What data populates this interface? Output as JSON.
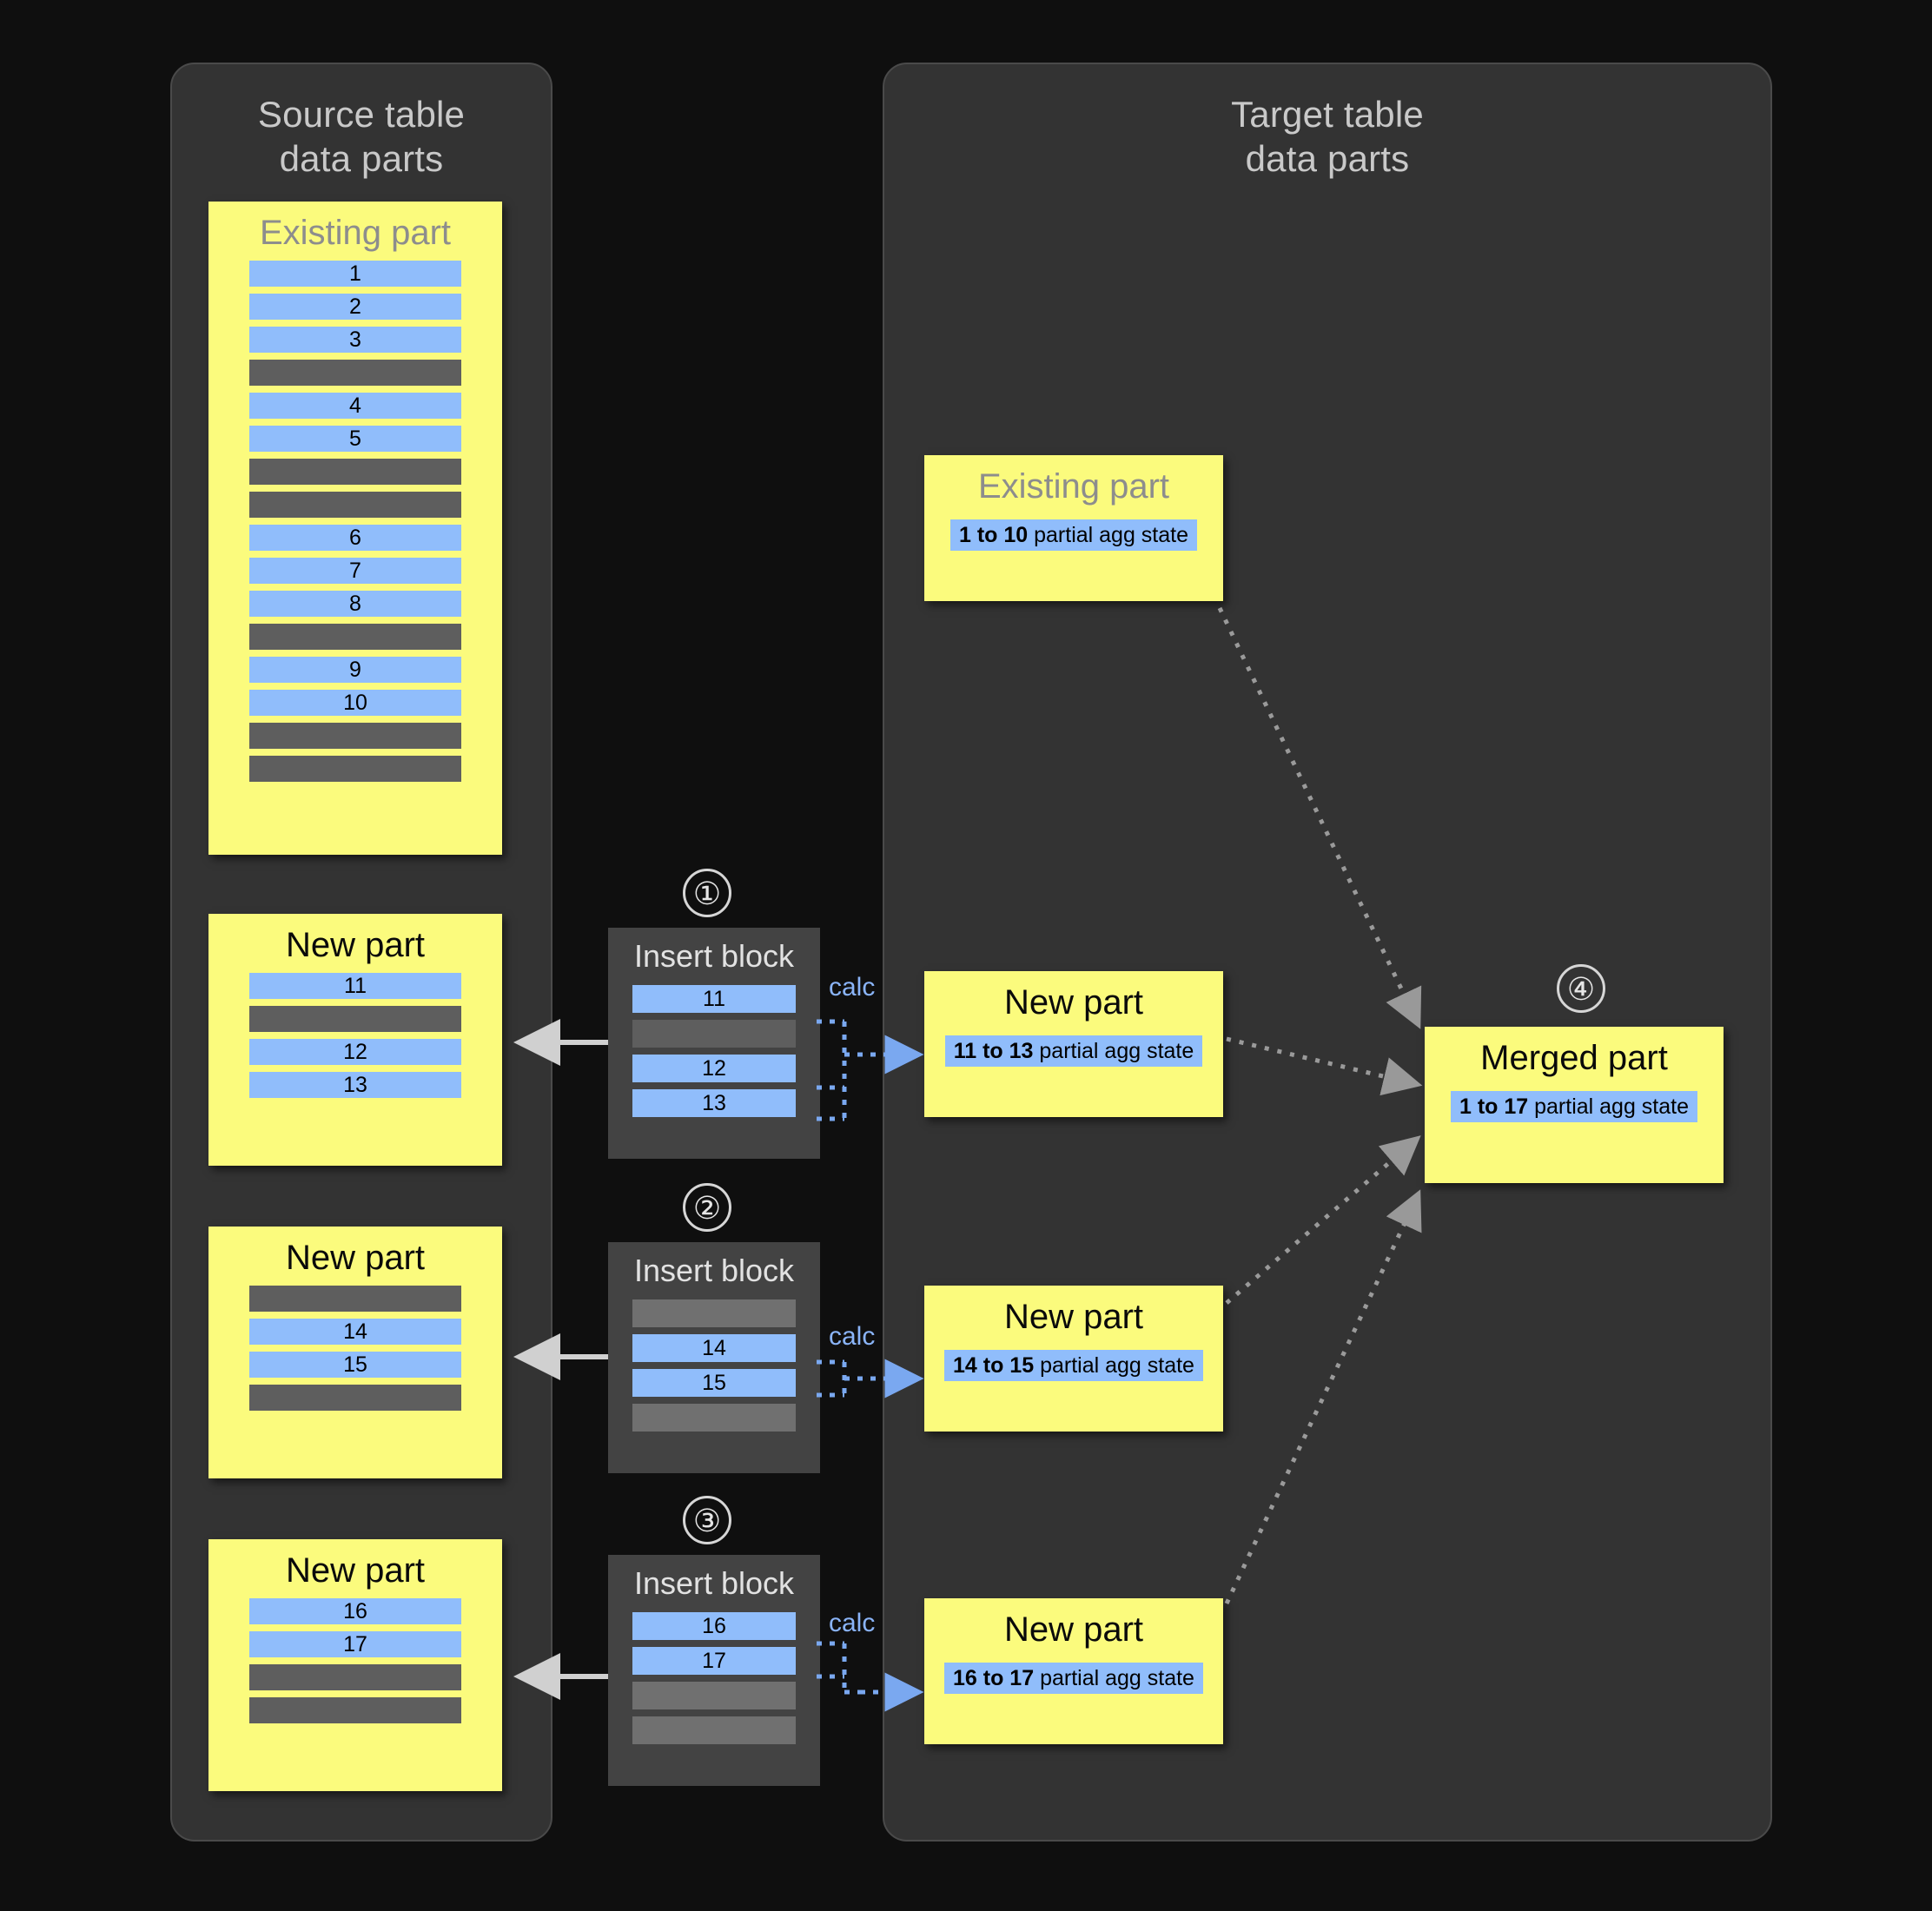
{
  "source_panel": {
    "title": "Source table\ndata parts",
    "existing_part": {
      "label": "Existing part",
      "rows": [
        "1",
        "2",
        "3",
        "",
        "4",
        "5",
        "",
        "",
        "6",
        "7",
        "8",
        "",
        "9",
        "10",
        "",
        ""
      ]
    },
    "new_parts": [
      {
        "label": "New part",
        "rows": [
          "11",
          "",
          "12",
          "13"
        ]
      },
      {
        "label": "New part",
        "rows": [
          "",
          "14",
          "15",
          ""
        ]
      },
      {
        "label": "New part",
        "rows": [
          "16",
          "17",
          "",
          ""
        ]
      }
    ]
  },
  "insert_blocks": [
    {
      "step": "①",
      "title": "Insert block",
      "calc": "calc",
      "rows": [
        "11",
        "",
        "12",
        "13"
      ]
    },
    {
      "step": "②",
      "title": "Insert block",
      "calc": "calc",
      "rows": [
        "",
        "14",
        "15",
        ""
      ]
    },
    {
      "step": "③",
      "title": "Insert block",
      "calc": "calc",
      "rows": [
        "16",
        "17",
        "",
        ""
      ]
    }
  ],
  "target_panel": {
    "title": "Target table\ndata parts",
    "existing_part": {
      "label": "Existing part",
      "agg_range": "1 to 10",
      "agg_suffix": " partial agg state"
    },
    "new_parts": [
      {
        "label": "New part",
        "agg_range": "11 to 13",
        "agg_suffix": " partial agg state"
      },
      {
        "label": "New part",
        "agg_range": "14 to 15",
        "agg_suffix": " partial agg state"
      },
      {
        "label": "New part",
        "agg_range": "16 to 17",
        "agg_suffix": " partial agg state"
      }
    ],
    "merged_part": {
      "step": "④",
      "label": "Merged part",
      "agg_range": "1 to 17",
      "agg_suffix": " partial agg state"
    }
  },
  "colors": {
    "panel_bg": "#333333",
    "page_bg": "#0f0f0f",
    "part_yellow": "#fbfb7d",
    "row_blue": "#90bdfb",
    "row_gray": "#5e5e5e",
    "insert_bg": "#434343",
    "calc_blue": "#8ab4f8",
    "arrow_gray": "#a8a8a8",
    "title_gray": "#c9c9c9"
  }
}
